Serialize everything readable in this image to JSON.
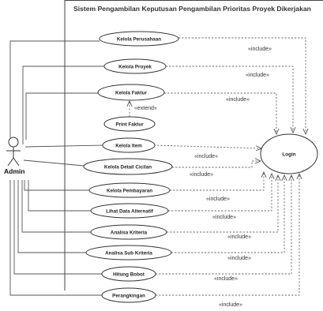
{
  "system": {
    "title": "Sistem Pengambilan Keputusan Pengambilan Prioritas Proyek Dikerjakan"
  },
  "actor": {
    "name": "Admin"
  },
  "use_cases": [
    {
      "id": "kelola-perusahaan",
      "label": "Kelola Perusahaan"
    },
    {
      "id": "kelola-proyek",
      "label": "Kelola Proyek"
    },
    {
      "id": "kelola-faktur",
      "label": "Kelola Faktur"
    },
    {
      "id": "print-faktur",
      "label": "Print Faktur"
    },
    {
      "id": "kelola-item",
      "label": "Kelola Item"
    },
    {
      "id": "kelola-detail-cicilan",
      "label": "Kelola Detail Cicilan"
    },
    {
      "id": "kelola-pembayaran",
      "label": "Kelola Pembayaran"
    },
    {
      "id": "lihat-data-alternatif",
      "label": "Lihat Data Alternatif"
    },
    {
      "id": "analisa-kriteria",
      "label": "Analisa Kriteria"
    },
    {
      "id": "analisa-sub-kriteria",
      "label": "Analisa Sub Kriteria"
    },
    {
      "id": "hitung-bobot",
      "label": "Hitung Bobot"
    },
    {
      "id": "perangkingan",
      "label": "Perangkingan"
    },
    {
      "id": "login",
      "label": "Login"
    }
  ],
  "relations": {
    "include": "«include»",
    "extend": "«extend»"
  }
}
